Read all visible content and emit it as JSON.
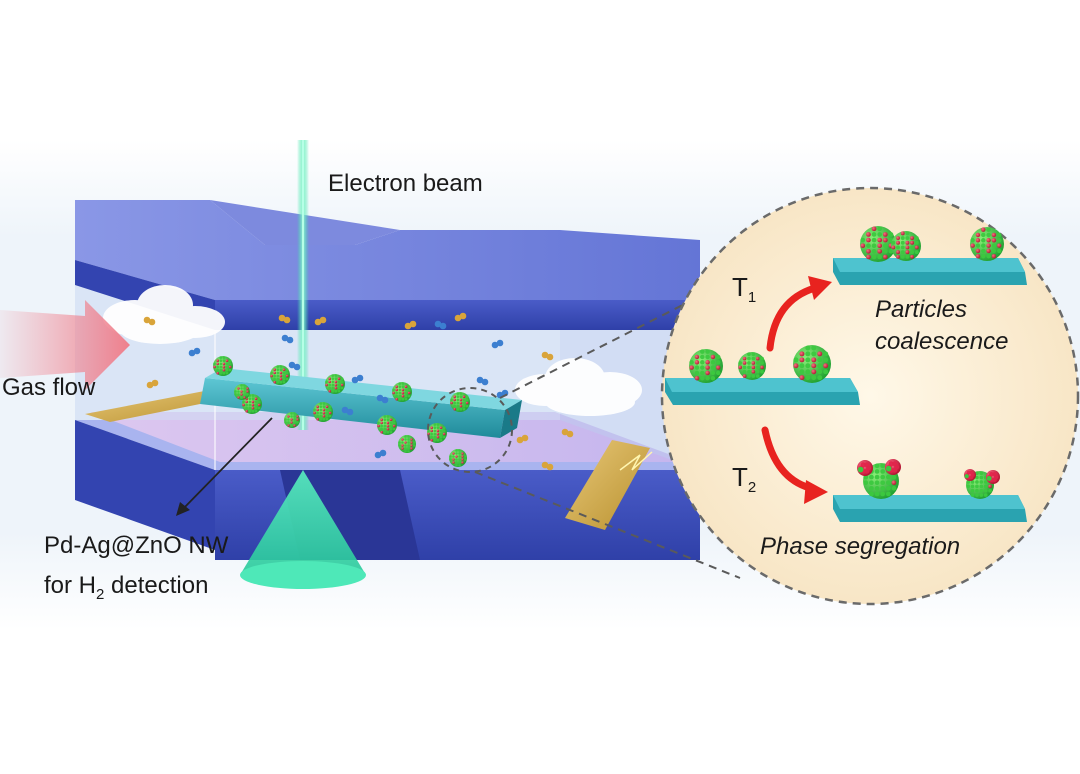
{
  "labels": {
    "electron_beam": "Electron beam",
    "gas_flow": "Gas flow",
    "nanowire_line1": "Pd-Ag@ZnO NW",
    "nanowire_line2_prefix": "for H",
    "nanowire_line2_sub": "2",
    "nanowire_line2_suffix": " detection",
    "t1_main": "T",
    "t1_sub": "1",
    "t2_main": "T",
    "t2_sub": "2",
    "coalescence_line1": "Particles",
    "coalescence_line2": "coalescence",
    "segregation": "Phase segregation"
  },
  "colors": {
    "chamber_top": "#6f7fd9",
    "chamber_side": "#3b4fb8",
    "beam": "#36e3a6",
    "particle_green": "#3fd24a",
    "particle_red": "#e0234a",
    "nanowire": "#2aa6b6",
    "arrow_red": "#e8231f",
    "gas_arrow": "#f08a95",
    "inset_bg": "#fbf0d8"
  },
  "icons": [
    "cloud-icon",
    "electrode-icon",
    "nanoparticle-icon",
    "curved-arrow-icon"
  ]
}
